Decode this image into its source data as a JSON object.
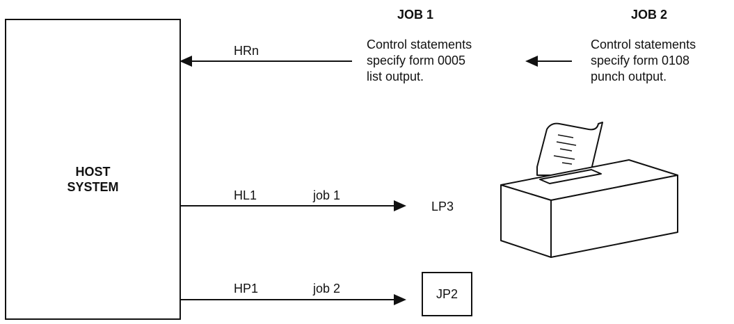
{
  "host": {
    "label_line1": "HOST",
    "label_line2": "SYSTEM"
  },
  "job1": {
    "title": "JOB 1",
    "text": "Control statements\nspecify form 0005\nlist output."
  },
  "job2": {
    "title": "JOB 2",
    "text": "Control statements\nspecify form 0108\npunch output."
  },
  "links": {
    "hrn": {
      "label": "HRn"
    },
    "hl1": {
      "label": "HL1",
      "job": "job 1",
      "target": "LP3"
    },
    "hp1": {
      "label": "HP1",
      "job": "job 2",
      "target": "JP2"
    }
  }
}
